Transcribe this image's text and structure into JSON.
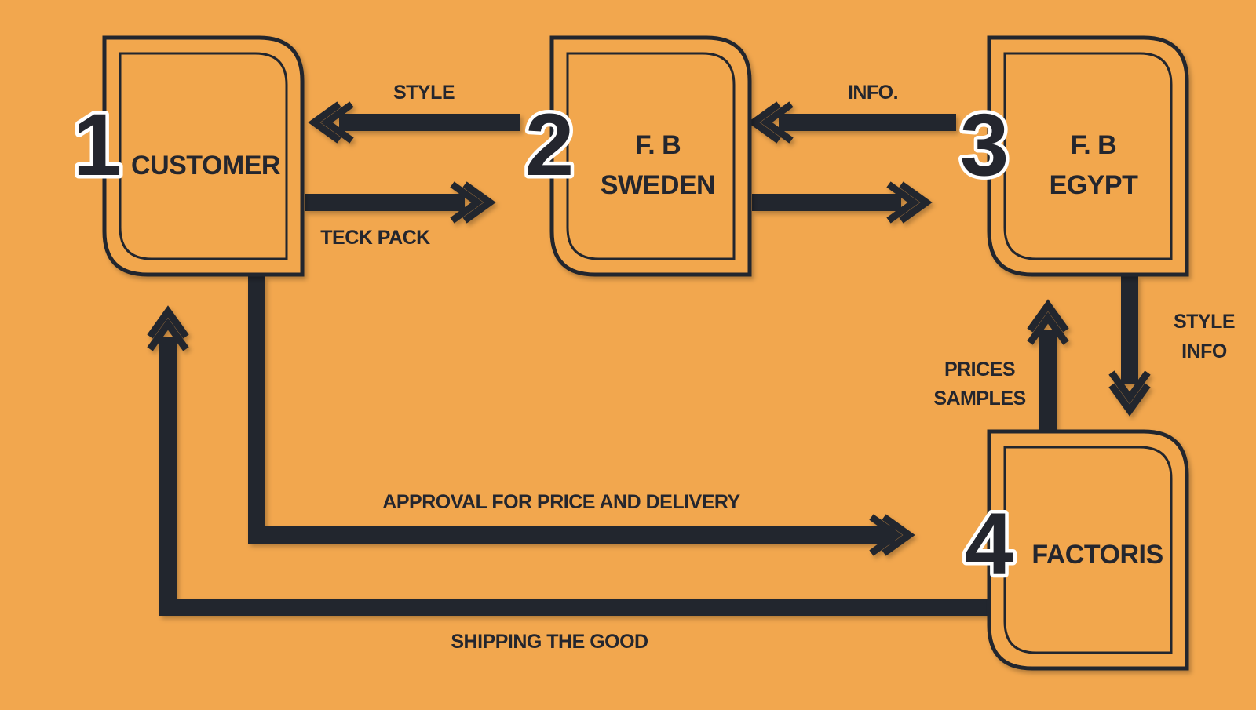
{
  "colors": {
    "background": "#F2A74E",
    "ink": "#24262E",
    "badge_outline": "#FFFFFF"
  },
  "nodes": {
    "customer": {
      "number": "1",
      "line1": "CUSTOMER"
    },
    "sweden": {
      "number": "2",
      "line1": "F. B",
      "line2": "SWEDEN"
    },
    "egypt": {
      "number": "3",
      "line1": "F. B",
      "line2": "EGYPT"
    },
    "factoris": {
      "number": "4",
      "line1": "FACTORIS"
    }
  },
  "edges": {
    "style": {
      "label": "STYLE"
    },
    "teck_pack": {
      "label": "TECK PACK"
    },
    "info": {
      "label": "INFO."
    },
    "style_info": {
      "line1": "STYLE",
      "line2": "INFO"
    },
    "prices_samples": {
      "line1": "PRICES",
      "line2": "SAMPLES"
    },
    "approval": {
      "label": "APPROVAL FOR PRICE AND DELIVERY"
    },
    "shipping": {
      "label": "SHIPPING THE GOOD"
    }
  }
}
